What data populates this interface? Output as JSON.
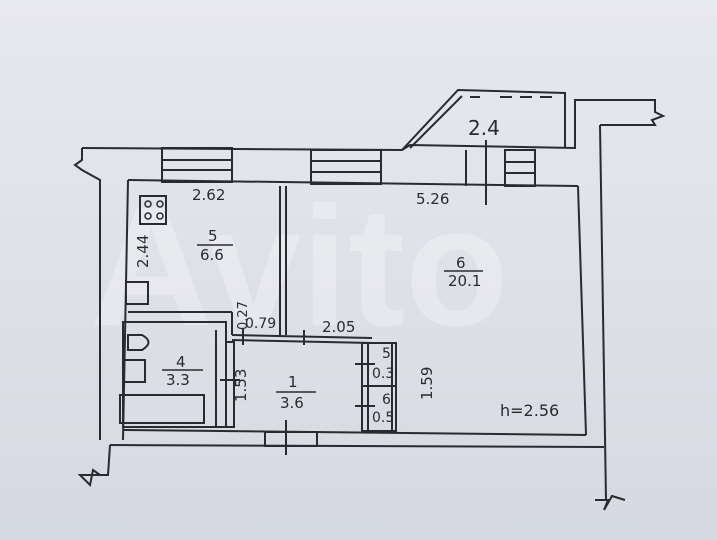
{
  "plan": {
    "watermark": "Avito",
    "ceiling_height": "h=2.56",
    "balcony": {
      "area": "2.4"
    },
    "rooms": [
      {
        "id": "kitchen",
        "number": "5",
        "area": "6.6",
        "width": "2.62",
        "depth": "2.44"
      },
      {
        "id": "living",
        "number": "6",
        "area": "20.1",
        "width": "5.26",
        "depth": "1.59"
      },
      {
        "id": "bathroom",
        "number": "4",
        "area": "3.3"
      },
      {
        "id": "hallway",
        "number": "1",
        "area": "3.6",
        "width": "2.05",
        "depth": "1.53"
      },
      {
        "id": "closet-a",
        "number": "5",
        "area": "0.3"
      },
      {
        "id": "closet-b",
        "number": "6",
        "area": "0.5"
      }
    ],
    "dimensions": {
      "small_a": "0.27",
      "small_b": "0.79"
    },
    "colors": {
      "line": "#2a2b30",
      "paper": "#e2e4ea"
    }
  }
}
